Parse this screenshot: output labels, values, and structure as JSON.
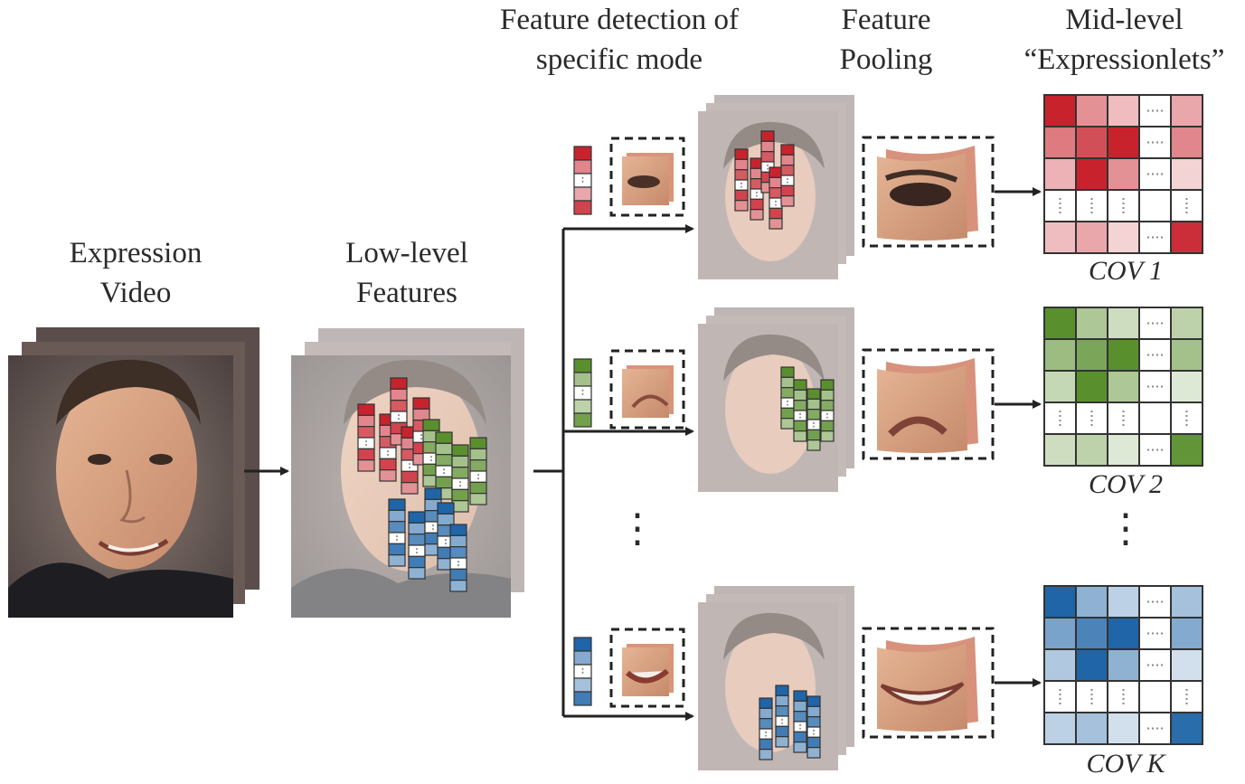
{
  "labels": {
    "expression_video": [
      "Expression",
      "Video"
    ],
    "low_level_features": [
      "Low-level",
      "Features"
    ],
    "feature_detection": [
      "Feature detection of",
      "specific mode"
    ],
    "feature_pooling": [
      "Feature",
      "Pooling"
    ],
    "mid_level": [
      "Mid-level",
      "“Expressionlets”"
    ]
  },
  "cov_labels": [
    "COV 1",
    "COV 2",
    "COV K"
  ],
  "ellipsis": "⋮",
  "colors": {
    "red": "#c8232d",
    "green": "#5a8f2e",
    "blue": "#1f65a7",
    "skin": "#d8a27f",
    "hair": "#3d2e26",
    "arrow": "#222222"
  },
  "branches": [
    {
      "mode": "eye",
      "color": "red"
    },
    {
      "mode": "nose",
      "color": "green"
    },
    {
      "mode": "mouth",
      "color": "blue"
    }
  ]
}
